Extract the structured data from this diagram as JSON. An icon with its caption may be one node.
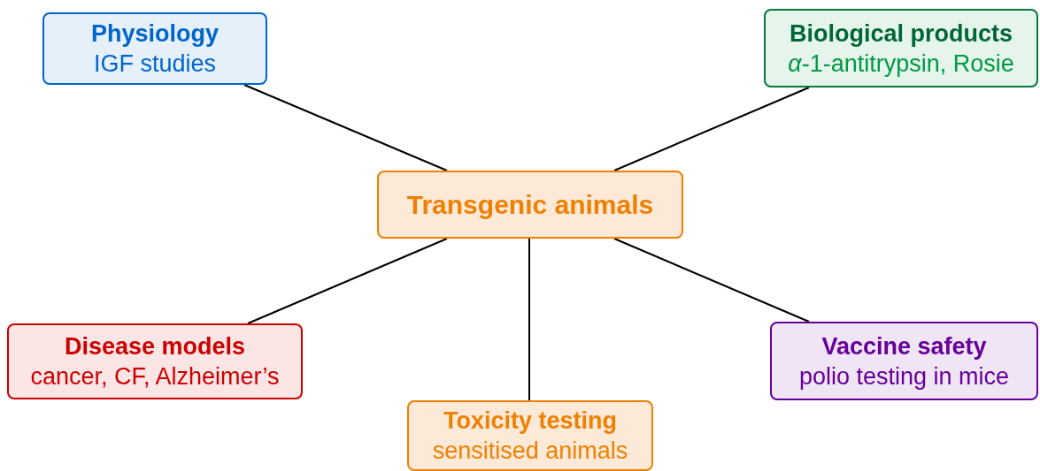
{
  "diagram": {
    "nodes": [
      {
        "text": [
          "Physiology",
          "IGF studies"
        ]
      },
      {
        "text": [
          "Biological products",
          "*α*-1-antitrypsin, Rosie"
        ]
      },
      {
        "text": [
          "Transgenic animals"
        ]
      },
      {
        "text": [
          "Disease models",
          "cancer, CF, Alzheimer’s"
        ]
      },
      {
        "text": [
          "Vaccine safety",
          "polio testing in mice"
        ]
      },
      {
        "text": [
          "Toxicity testing",
          "sensitised animals"
        ]
      }
    ],
    "edges": [
      {
        "from": 2,
        "to": 0,
        "arrow": "none"
      },
      {
        "from": 2,
        "to": 1,
        "arrow": "none"
      },
      {
        "from": 2,
        "to": 3,
        "arrow": "none"
      },
      {
        "from": 2,
        "to": 5,
        "arrow": "none"
      },
      {
        "from": 2,
        "to": 4,
        "arrow": "none"
      }
    ]
  }
}
